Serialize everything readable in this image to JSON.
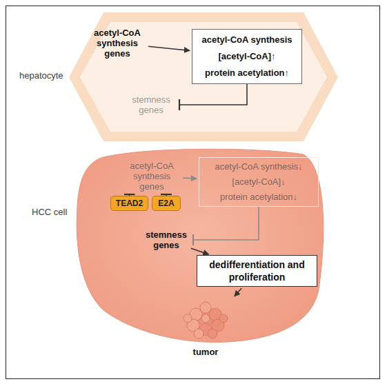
{
  "diagram": {
    "nodes": [
      {
        "text": [
          "hepatocyte"
        ]
      },
      {
        "text": [
          "acetyl-CoA synthesis genes"
        ],
        "in": 0
      },
      {
        "text": [
          "acetyl-CoA synthesis",
          "[acetyl-CoA]↑",
          "protein acetylation↑"
        ],
        "in": 0
      },
      {
        "text": [
          "stemness genes"
        ],
        "in": 0
      },
      {
        "text": [
          "HCC cell"
        ]
      },
      {
        "text": [
          "acetyl-CoA synthesis genes"
        ],
        "in": 4
      },
      {
        "text": [
          "acetyl-CoA synthesis↓",
          "[acetyl-CoA]↓",
          "protein acetylation↓"
        ],
        "in": 4
      },
      {
        "text": [
          "TEAD2"
        ],
        "in": 4
      },
      {
        "text": [
          "E2A"
        ],
        "in": 4
      },
      {
        "text": [
          "stemness genes"
        ],
        "in": 4
      },
      {
        "text": [
          "dedifferentiation and proliferation"
        ],
        "in": 4
      },
      {
        "text": [
          "tumor"
        ]
      }
    ],
    "edges": [
      {
        "from": 1,
        "to": 2,
        "arrow": "to"
      },
      {
        "from": 2,
        "to": 3,
        "arrow": "to"
      },
      {
        "from": 5,
        "to": 6,
        "arrow": "to"
      },
      {
        "from": 7,
        "to": 5,
        "arrow": "to"
      },
      {
        "from": 8,
        "to": 5,
        "arrow": "to"
      },
      {
        "from": 6,
        "to": 9,
        "arrow": "to"
      },
      {
        "from": 9,
        "to": 10,
        "arrow": "to"
      },
      {
        "from": 10,
        "to": 11,
        "arrow": "to"
      }
    ]
  }
}
